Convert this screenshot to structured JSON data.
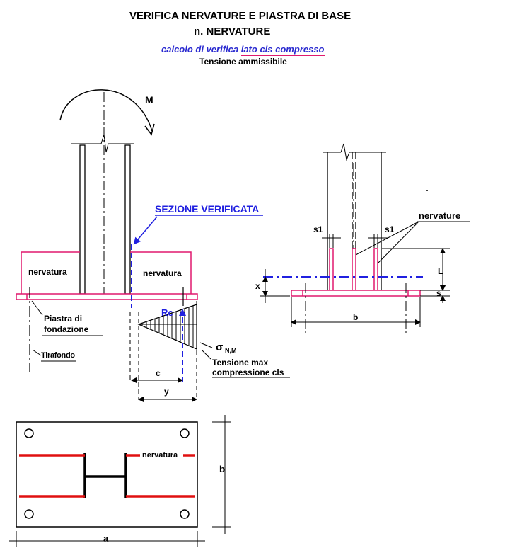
{
  "header": {
    "title_line1": "VERIFICA NERVATURE E PIASTRA DI BASE",
    "title_line2": "n. NERVATURE",
    "subtitle_prefix": "calcolo di verifica ",
    "subtitle_underlined": "lato cls compresso",
    "subtitle2": "Tensione ammissibile"
  },
  "left_view": {
    "moment_label": "M",
    "section_label": "SEZIONE VERIFICATA",
    "rib_left_label": "nervatura",
    "rib_right_label": "nervatura",
    "base_plate_label_1": "Piastra di",
    "base_plate_label_2": "fondazione",
    "anchor_label": "Tirafondo",
    "reaction_label": "Rc",
    "stress_symbol": "σ",
    "stress_subscript": "N,M",
    "max_stress_label_1": "Tensione max",
    "max_stress_label_2": "compressione cls",
    "dim_c": "c",
    "dim_y": "y"
  },
  "right_view": {
    "ribs_label": "nervature",
    "s1_left": "s1",
    "s1_right": "s1",
    "dim_L": "L",
    "dim_x": "x",
    "dim_s": "s",
    "dim_b": "b"
  },
  "plan_view": {
    "rib_label": "nervatura",
    "dim_a": "a",
    "dim_b": "b"
  },
  "colors": {
    "plate": "#e0196e",
    "blue": "#2020e0",
    "rib_red": "#e01010",
    "line": "#000000"
  }
}
